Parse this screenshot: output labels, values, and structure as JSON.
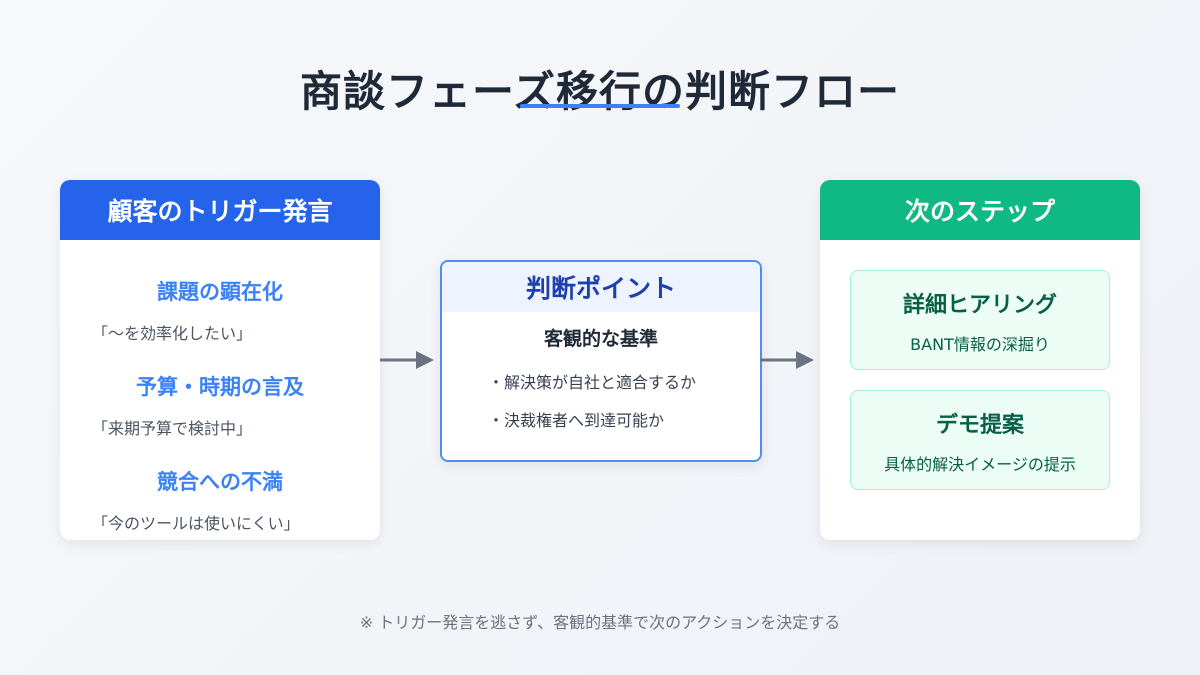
{
  "title": "商談フェーズ移行の判断フロー",
  "colors": {
    "accent_blue": "#2563eb",
    "accent_green": "#10b981",
    "arrow_gray": "#6b7280"
  },
  "left_card": {
    "header": "顧客のトリガー発言",
    "triggers": [
      {
        "name": "課題の顕在化",
        "quote": "「〜を効率化したい」"
      },
      {
        "name": "予算・時期の言及",
        "quote": "「来期予算で検討中」"
      },
      {
        "name": "競合への不満",
        "quote": "「今のツールは使いにくい」"
      }
    ]
  },
  "center_card": {
    "header": "判断ポイント",
    "subtitle": "客観的な基準",
    "items": [
      "・解決策が自社と適合するか",
      "・決裁権者へ到達可能か"
    ]
  },
  "right_card": {
    "header": "次のステップ",
    "steps": [
      {
        "title": "詳細ヒアリング",
        "description": "BANT情報の深掘り"
      },
      {
        "title": "デモ提案",
        "description": "具体的解決イメージの提示"
      }
    ]
  },
  "footnote": "※ トリガー発言を逃さず、客観的基準で次のアクションを決定する"
}
